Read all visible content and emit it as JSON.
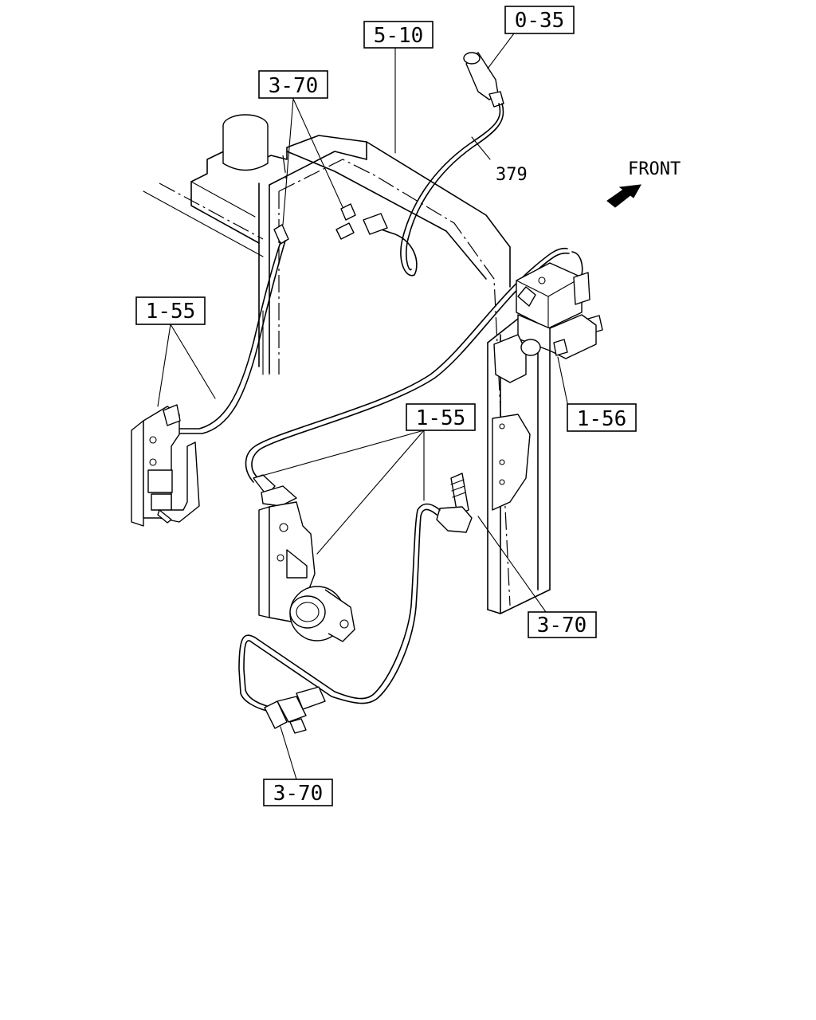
{
  "diagram": {
    "front_label": "FRONT",
    "part_number_label": "379",
    "callouts": {
      "ref_0_35": "0-35",
      "ref_5_10": "5-10",
      "ref_3_70_top": "3-70",
      "ref_1_55_left": "1-55",
      "ref_1_55_center": "1-55",
      "ref_1_56": "1-56",
      "ref_3_70_right": "3-70",
      "ref_3_70_bottom": "3-70"
    },
    "colors": {
      "line": "#000000",
      "background": "#ffffff"
    },
    "icons": {
      "front_direction": "front-arrow-icon"
    }
  }
}
